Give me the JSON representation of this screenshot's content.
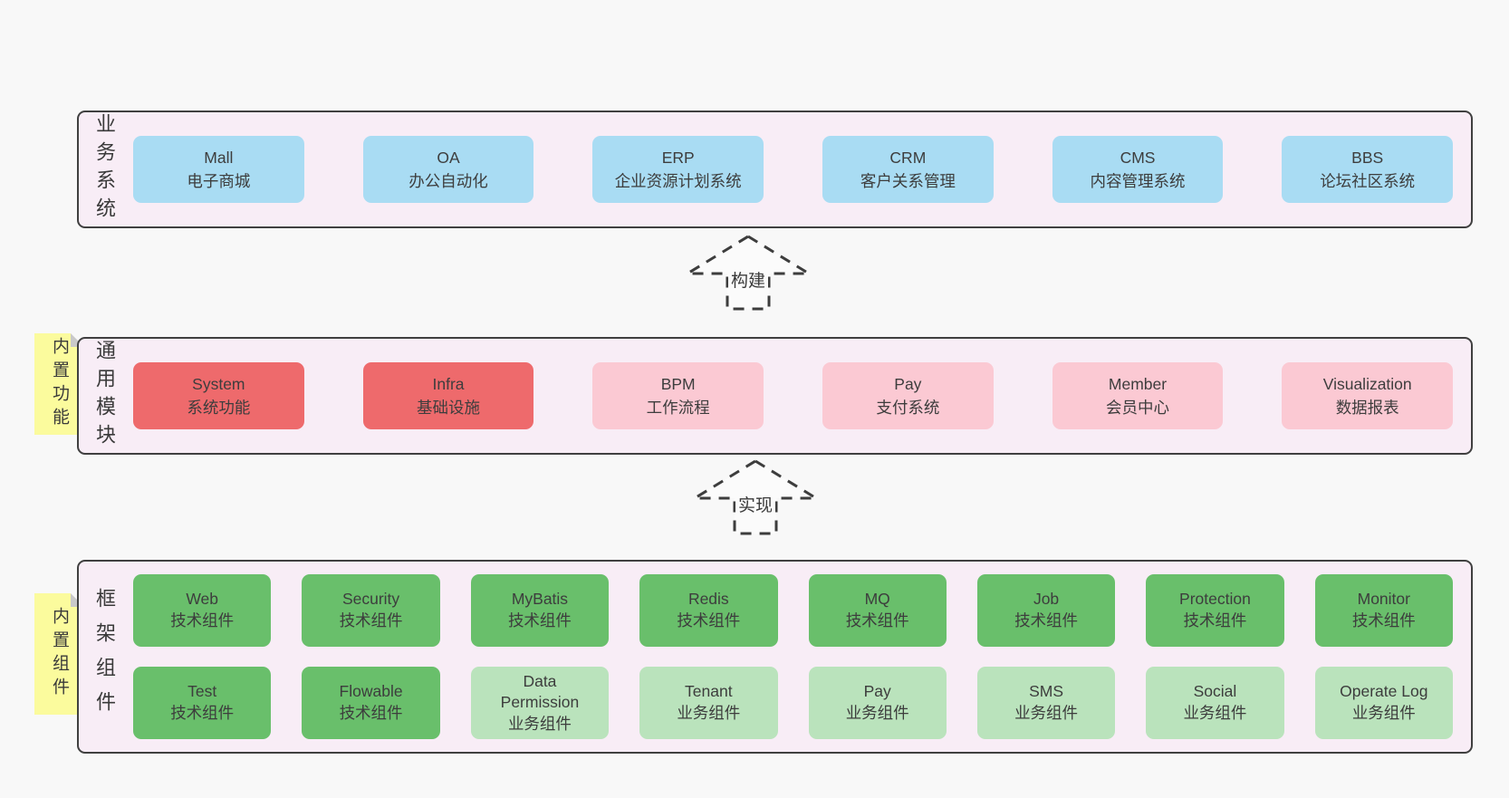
{
  "colors": {
    "blue": "#a9dcf3",
    "red": "#ee6a6c",
    "pink": "#fbc9d3",
    "green": "#69bf6b",
    "light_green": "#bae3bc",
    "note_yellow": "#fbfb9d",
    "container_bg": "#f8edf6",
    "border": "#404040",
    "page_bg": "#f8f8f8"
  },
  "arrows": {
    "build": "构建",
    "implement": "实现"
  },
  "layers": {
    "business": {
      "side_label": "业务系统",
      "boxes": [
        {
          "name": "Mall",
          "desc": "电子商城"
        },
        {
          "name": "OA",
          "desc": "办公自动化"
        },
        {
          "name": "ERP",
          "desc": "企业资源计划系统"
        },
        {
          "name": "CRM",
          "desc": "客户关系管理"
        },
        {
          "name": "CMS",
          "desc": "内容管理系统"
        },
        {
          "name": "BBS",
          "desc": "论坛社区系统"
        }
      ]
    },
    "modules": {
      "side_label": "通用模块",
      "note": "内置功能",
      "boxes": [
        {
          "name": "System",
          "desc": "系统功能"
        },
        {
          "name": "Infra",
          "desc": "基础设施"
        },
        {
          "name": "BPM",
          "desc": "工作流程"
        },
        {
          "name": "Pay",
          "desc": "支付系统"
        },
        {
          "name": "Member",
          "desc": "会员中心"
        },
        {
          "name": "Visualization",
          "desc": "数据报表"
        }
      ]
    },
    "framework": {
      "side_label": "框架组件",
      "note": "内置组件",
      "row1": [
        {
          "name": "Web",
          "desc": "技术组件"
        },
        {
          "name": "Security",
          "desc": "技术组件"
        },
        {
          "name": "MyBatis",
          "desc": "技术组件"
        },
        {
          "name": "Redis",
          "desc": "技术组件"
        },
        {
          "name": "MQ",
          "desc": "技术组件"
        },
        {
          "name": "Job",
          "desc": "技术组件"
        },
        {
          "name": "Protection",
          "desc": "技术组件"
        },
        {
          "name": "Monitor",
          "desc": "技术组件"
        }
      ],
      "row2": [
        {
          "name": "Test",
          "desc": "技术组件"
        },
        {
          "name": "Flowable",
          "desc": "技术组件"
        },
        {
          "name": "Data Permission",
          "desc": "业务组件"
        },
        {
          "name": "Tenant",
          "desc": "业务组件"
        },
        {
          "name": "Pay",
          "desc": "业务组件"
        },
        {
          "name": "SMS",
          "desc": "业务组件"
        },
        {
          "name": "Social",
          "desc": "业务组件"
        },
        {
          "name": "Operate Log",
          "desc": "业务组件"
        }
      ]
    }
  }
}
